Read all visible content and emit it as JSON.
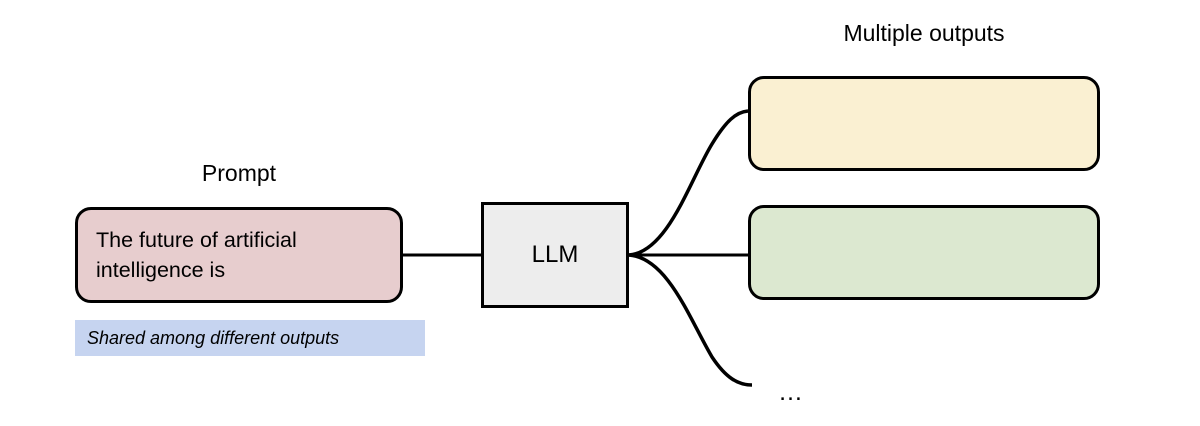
{
  "diagram": {
    "title_prompt": "Prompt",
    "title_outputs": "Multiple outputs",
    "ellipsis": "…"
  },
  "prompt_node": {
    "text": "The future of artificial\nintelligence is",
    "fill": "#e7cdce",
    "stroke": "#000000"
  },
  "model_node": {
    "label": "LLM",
    "fill": "#ededed",
    "stroke": "#000000"
  },
  "outputs": [
    {
      "label": "",
      "fill": "#faf0d2",
      "stroke": "#000000"
    },
    {
      "label": "",
      "fill": "#dce8d0",
      "stroke": "#000000"
    }
  ],
  "note": {
    "text": "Shared among different outputs",
    "fill": "#c6d4f0"
  },
  "edges": {
    "prompt_to_llm": "straight",
    "llm_to_outputs": "curved-fan",
    "stroke": "#000000"
  }
}
